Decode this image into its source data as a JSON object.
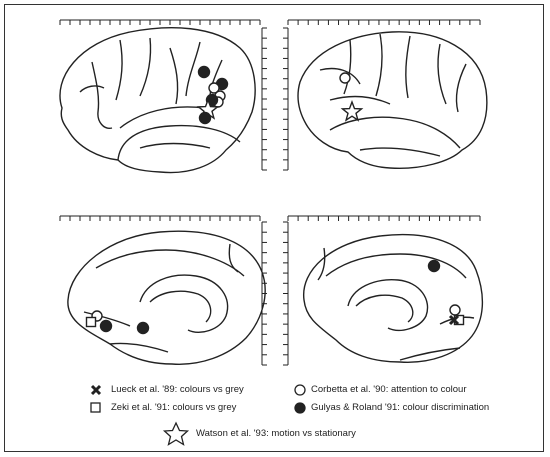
{
  "legend": {
    "lueck": "Lueck et al. '89: colours vs grey",
    "zeki": "Zeki et al. '91: colours vs grey",
    "corbetta": "Corbetta et al. '90: attention to colour",
    "gulyas": "Gulyas & Roland '91: colour discrimination",
    "watson": "Watson et al. '93: motion vs stationary"
  },
  "colors": {
    "ink": "#222222",
    "paper": "#ffffff"
  },
  "symbols": {
    "lueck": "x-cross-icon",
    "zeki": "open-square-icon",
    "corbetta": "open-circle-icon",
    "gulyas": "filled-circle-icon",
    "watson": "star-icon"
  }
}
